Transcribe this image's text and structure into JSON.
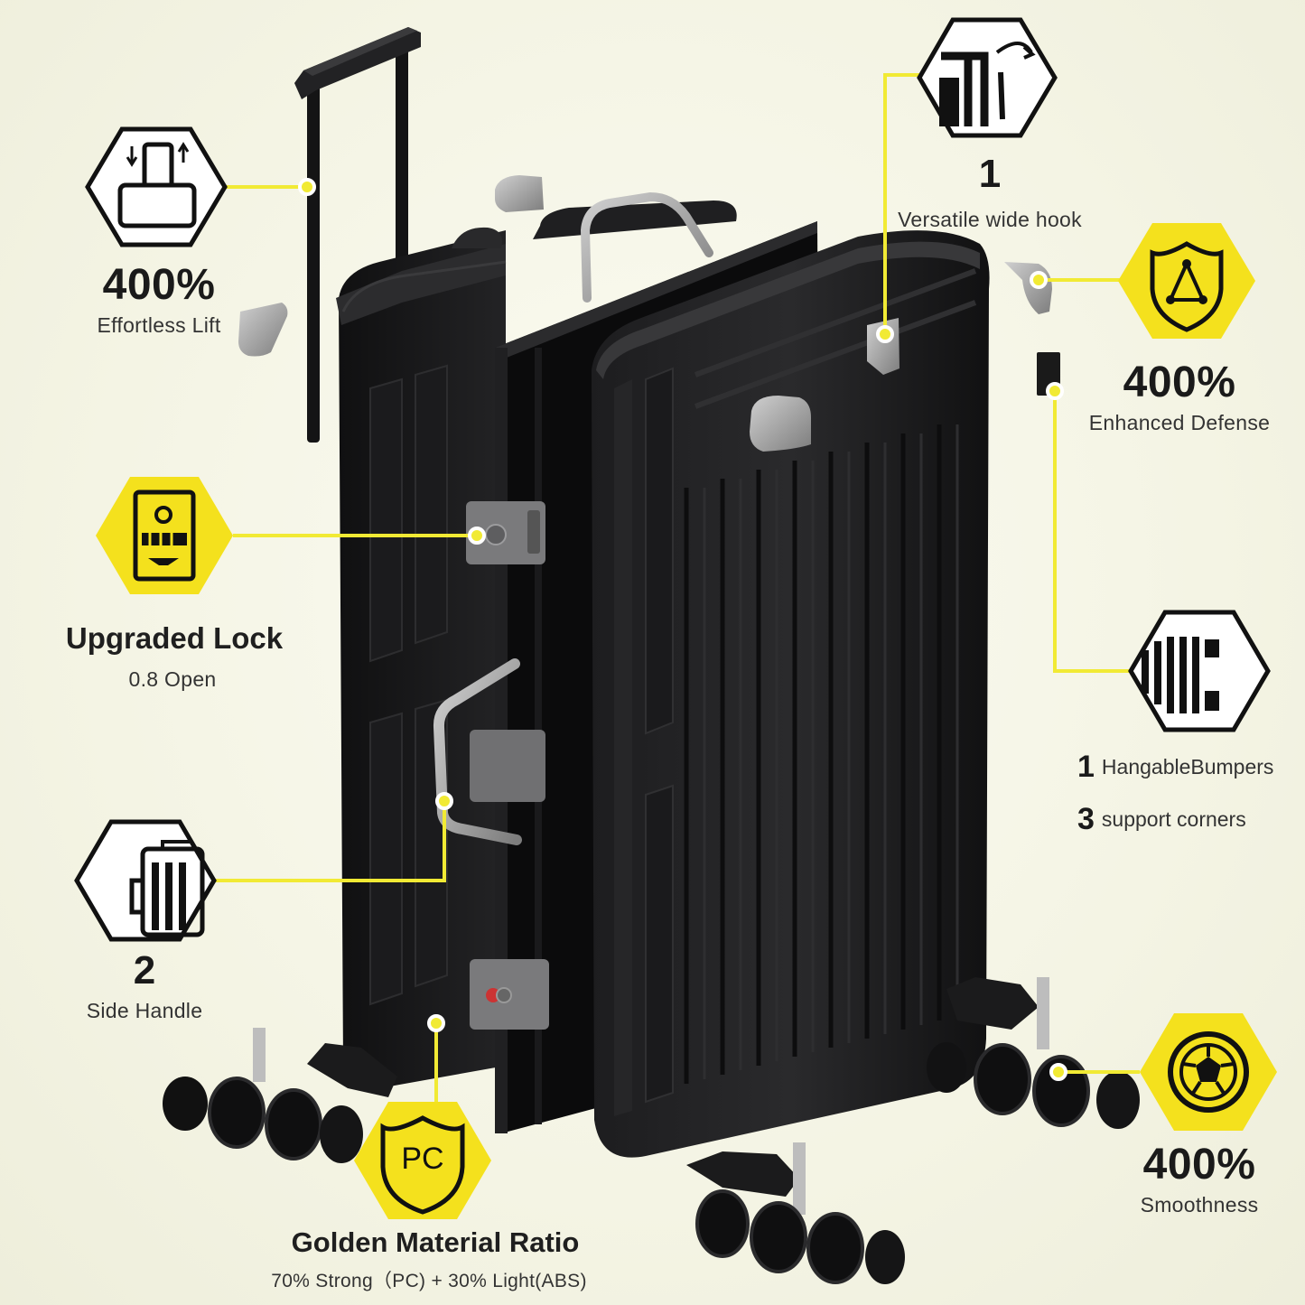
{
  "colors": {
    "accent_yellow": "#f4e11d",
    "callout_line": "#f1ea34",
    "case_black": "#151516",
    "metal": "#9a9a9a"
  },
  "icons": {
    "lift": "trolley-handle-icon",
    "hook": "wide-hook-icon",
    "defense": "shield-triangle-icon",
    "lock": "tsa-lock-icon",
    "bumper": "hangable-bumper-icon",
    "side_handle": "side-handle-icon",
    "material": "pc-shield-icon",
    "wheel": "spinner-wheel-icon"
  },
  "features": {
    "lift": {
      "value": "400%",
      "label": "Effortless Lift"
    },
    "hook": {
      "value": "1",
      "label": "Versatile wide hook"
    },
    "defense": {
      "value": "400%",
      "label": "Enhanced Defense"
    },
    "lock": {
      "title": "Upgraded Lock",
      "label": "0.8 Open"
    },
    "bumpers": {
      "count1": "1",
      "label1": "HangableBumpers",
      "count2": "3",
      "label2": "support corners"
    },
    "side_handle": {
      "value": "2",
      "label": "Side Handle"
    },
    "material": {
      "badge": "PC",
      "title": "Golden Material Ratio",
      "label": "70% Strong（PC) + 30% Light(ABS)"
    },
    "smooth": {
      "value": "400%",
      "label": "Smoothness"
    }
  }
}
